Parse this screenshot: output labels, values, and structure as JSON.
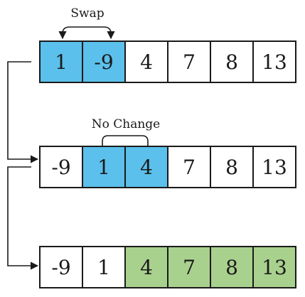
{
  "colors": {
    "swap_highlight": "#5BC0EB",
    "sorted_highlight": "#A9D18E",
    "plain": "#FFFFFF",
    "stroke": "#1A1A1A"
  },
  "rows": [
    {
      "label": "Swap",
      "cells": [
        {
          "value": "1",
          "state": "swap"
        },
        {
          "value": "-9",
          "state": "swap"
        },
        {
          "value": "4",
          "state": "plain"
        },
        {
          "value": "7",
          "state": "plain"
        },
        {
          "value": "8",
          "state": "plain"
        },
        {
          "value": "13",
          "state": "plain"
        }
      ]
    },
    {
      "label": "No Change",
      "cells": [
        {
          "value": "-9",
          "state": "plain"
        },
        {
          "value": "1",
          "state": "swap"
        },
        {
          "value": "4",
          "state": "swap"
        },
        {
          "value": "7",
          "state": "plain"
        },
        {
          "value": "8",
          "state": "plain"
        },
        {
          "value": "13",
          "state": "plain"
        }
      ]
    },
    {
      "label": "",
      "cells": [
        {
          "value": "-9",
          "state": "plain"
        },
        {
          "value": "1",
          "state": "plain"
        },
        {
          "value": "4",
          "state": "sorted"
        },
        {
          "value": "7",
          "state": "sorted"
        },
        {
          "value": "8",
          "state": "sorted"
        },
        {
          "value": "13",
          "state": "sorted"
        }
      ]
    }
  ]
}
